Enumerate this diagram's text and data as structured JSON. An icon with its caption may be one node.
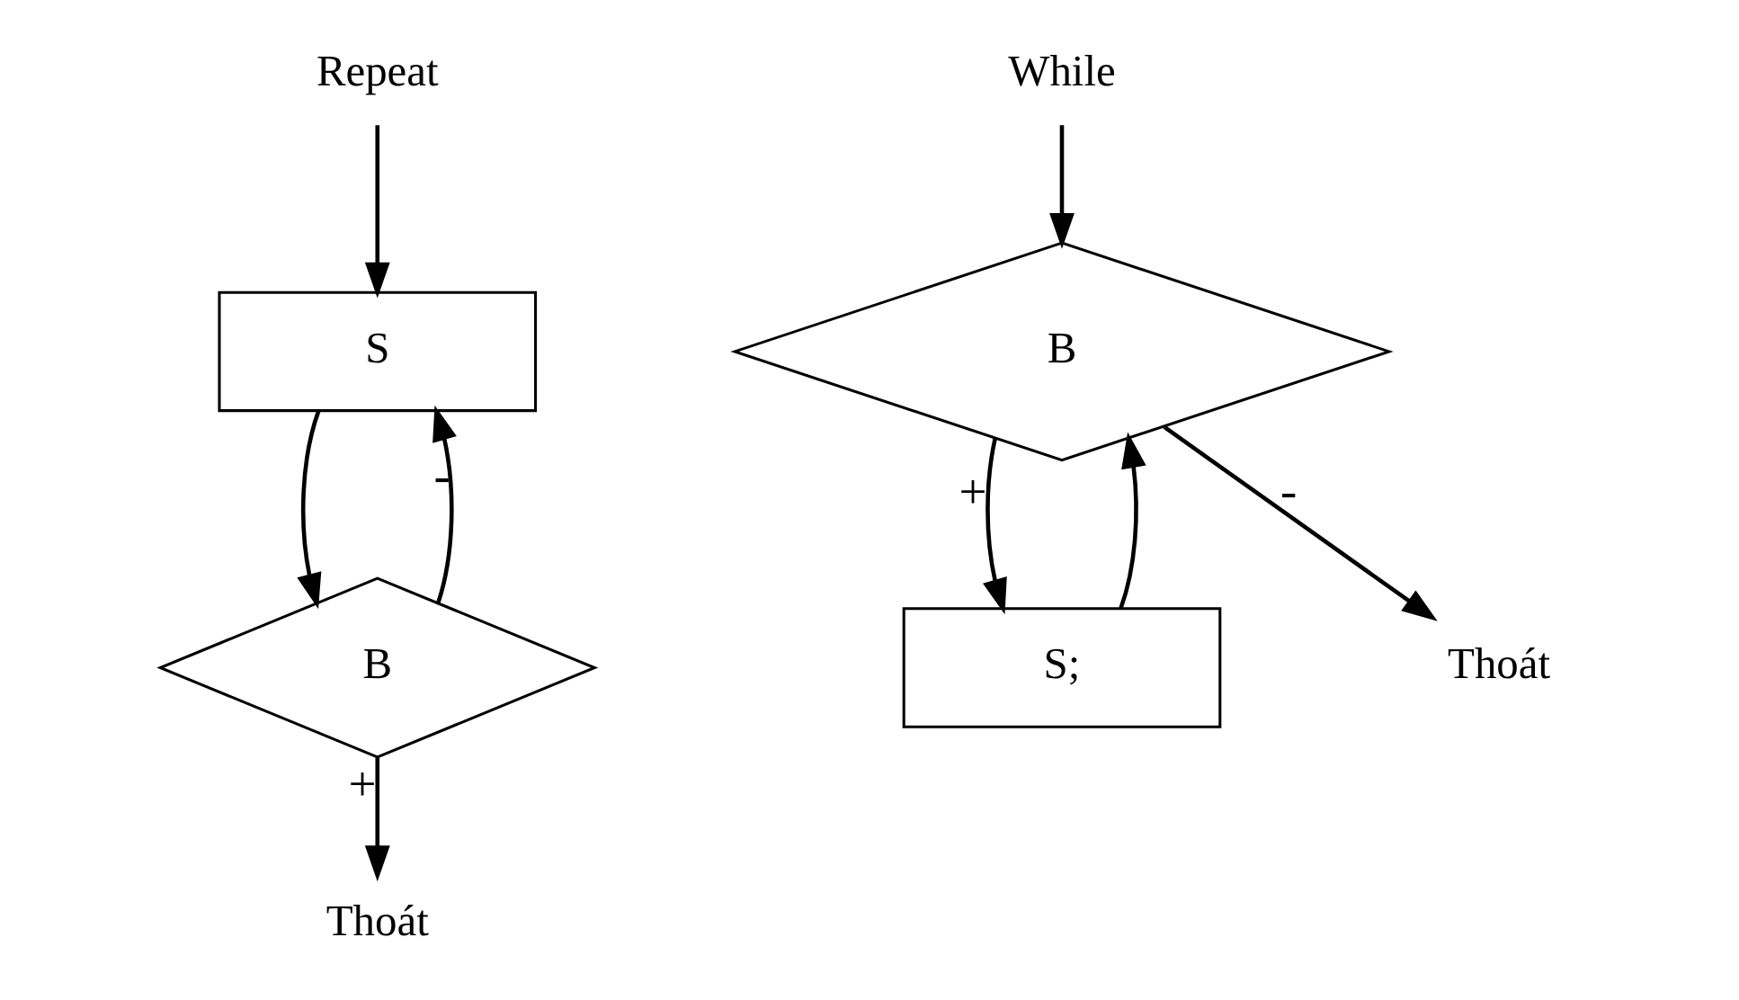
{
  "diagram": {
    "nodes": [
      {
        "text": [
          "Repeat"
        ]
      },
      {
        "text": [
          "S"
        ]
      },
      {
        "text": [
          "B"
        ]
      },
      {
        "text": [
          "Thoát"
        ]
      },
      {
        "text": [
          "While"
        ]
      },
      {
        "text": [
          "B"
        ]
      },
      {
        "text": [
          "S;"
        ]
      },
      {
        "text": [
          "Thoát"
        ]
      }
    ],
    "edges": [
      {
        "from": 0,
        "to": 1,
        "arrow": "to"
      },
      {
        "from": 1,
        "to": 2,
        "arrow": "to"
      },
      {
        "from": 2,
        "to": 1,
        "arrow": "to",
        "label": "-"
      },
      {
        "from": 2,
        "to": 3,
        "arrow": "to",
        "label": "+"
      },
      {
        "from": 4,
        "to": 5,
        "arrow": "to"
      },
      {
        "from": 5,
        "to": 6,
        "arrow": "to",
        "label": "+"
      },
      {
        "from": 6,
        "to": 5,
        "arrow": "to"
      },
      {
        "from": 5,
        "to": 7,
        "arrow": "to",
        "label": "-"
      }
    ]
  }
}
